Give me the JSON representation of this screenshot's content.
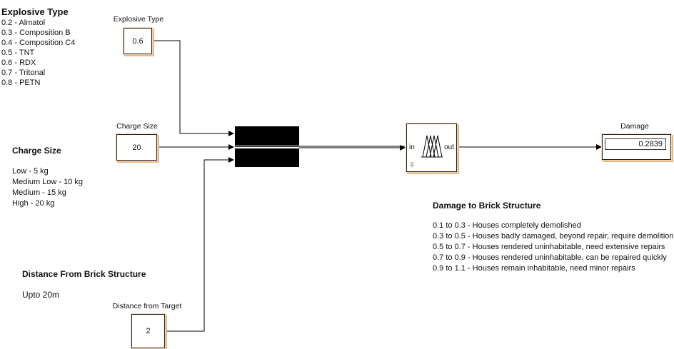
{
  "explosive_legend": {
    "title": "Explosive Type",
    "items": [
      "0.2 - Almatol",
      "0.3 - Composition B",
      "0.4 - Composition C4",
      "0.5 - TNT",
      "0.6 - RDX",
      "0.7 - Tritonal",
      "0.8 - PETN"
    ]
  },
  "charge_legend": {
    "title": "Charge Size",
    "items": [
      "Low - 5 kg",
      "Medium Low - 10 kg",
      "Medium - 15 kg",
      "High - 20 kg"
    ]
  },
  "distance_legend": {
    "title": "Distance From Brick Structure",
    "note": "Upto 20m"
  },
  "blocks": {
    "explosive": {
      "label": "Explosive Type",
      "value": "0.6"
    },
    "charge": {
      "label": "Charge Size",
      "value": "20"
    },
    "distance": {
      "label": "Distance from Target",
      "value": "2"
    },
    "fis": {
      "in_port": "in",
      "out_port": "out"
    },
    "damage": {
      "label": "Damage",
      "value": "0.2839"
    }
  },
  "damage_legend": {
    "title": "Damage to Brick Structure",
    "items": [
      "0.1 to 0.3 - Houses completely demolished",
      "0.3 to 0.5 - Houses badly damaged, beyond repair, require demolition",
      "0.5 to 0.7 - Houses rendered uninhabitable, need extensive repairs",
      "0.7 to 0.9 - Houses rendered uninhabitable, can be repaired quickly",
      "0.9 to 1.1 - Houses remain inhabitable, need minor repairs"
    ]
  }
}
